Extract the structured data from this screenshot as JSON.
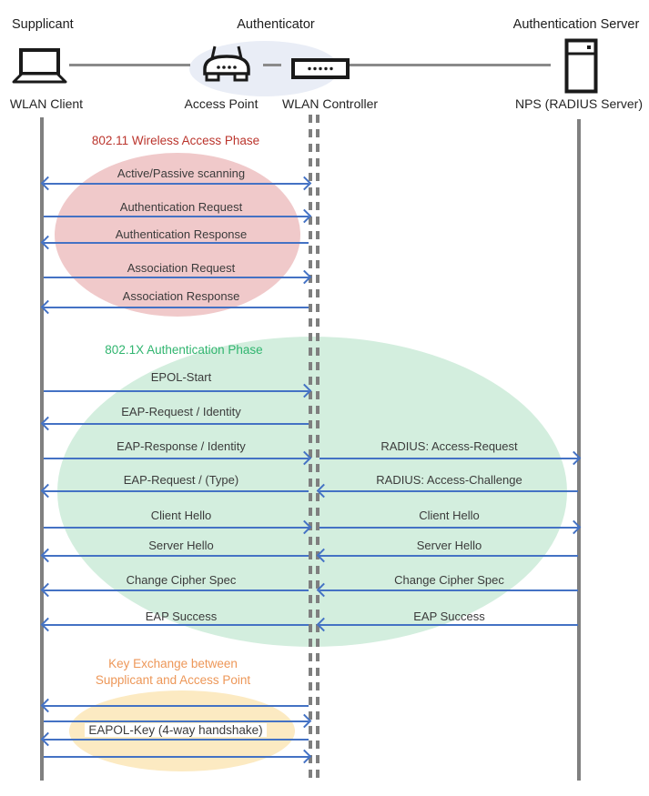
{
  "header": {
    "roles": {
      "supplicant": "Supplicant",
      "authenticator": "Authenticator",
      "auth_server": "Authentication Server"
    },
    "devices": {
      "wlan_client": "WLAN Client",
      "access_point": "Access Point",
      "wlan_controller": "WLAN Controller",
      "nps": "NPS (RADIUS Server)"
    }
  },
  "phases": {
    "wireless_access": {
      "title": "802.11 Wireless Access Phase",
      "title_color": "#bb352d",
      "ellipse_fill": "#f0c9ca"
    },
    "authentication": {
      "title": "802.1X Authentication Phase",
      "title_color": "#30b56f",
      "ellipse_fill": "#d3eede"
    },
    "key_exchange": {
      "title_line1": "Key Exchange between",
      "title_line2": "Supplicant and Access Point",
      "title_color": "#ed9758",
      "ellipse_fill": "#fceac2"
    }
  },
  "messages": {
    "left": [
      {
        "label": "Active/Passive scanning",
        "direction": "both"
      },
      {
        "label": "Authentication Request",
        "direction": "to-authenticator"
      },
      {
        "label": "Authentication Response",
        "direction": "to-supplicant"
      },
      {
        "label": "Association Request",
        "direction": "to-authenticator"
      },
      {
        "label": "Association Response",
        "direction": "to-supplicant"
      },
      {
        "label": "EPOL-Start",
        "direction": "to-authenticator"
      },
      {
        "label": "EAP-Request / Identity",
        "direction": "to-supplicant"
      },
      {
        "label": "EAP-Response / Identity",
        "direction": "to-authenticator"
      },
      {
        "label": "EAP-Request / (Type)",
        "direction": "to-supplicant"
      },
      {
        "label": "Client Hello",
        "direction": "to-authenticator"
      },
      {
        "label": "Server Hello",
        "direction": "to-supplicant"
      },
      {
        "label": "Change Cipher Spec",
        "direction": "to-supplicant"
      },
      {
        "label": "EAP Success",
        "direction": "to-supplicant"
      }
    ],
    "right": [
      {
        "label": "RADIUS: Access-Request",
        "direction": "to-server"
      },
      {
        "label": "RADIUS: Access-Challenge",
        "direction": "to-authenticator"
      },
      {
        "label": "Client Hello",
        "direction": "to-server"
      },
      {
        "label": "Server Hello",
        "direction": "to-authenticator"
      },
      {
        "label": "Change Cipher Spec",
        "direction": "to-authenticator"
      },
      {
        "label": "EAP Success",
        "direction": "to-authenticator"
      }
    ],
    "handshake": {
      "label": "EAPOL-Key (4-way handshake)",
      "arrow_directions": [
        "to-supplicant",
        "to-authenticator",
        "to-supplicant",
        "to-authenticator"
      ]
    }
  },
  "colors": {
    "arrow": "#4472c4",
    "lifeline": "#808080",
    "message_text": "#3b3b3b",
    "header_ellipse": "#e9edf6"
  }
}
